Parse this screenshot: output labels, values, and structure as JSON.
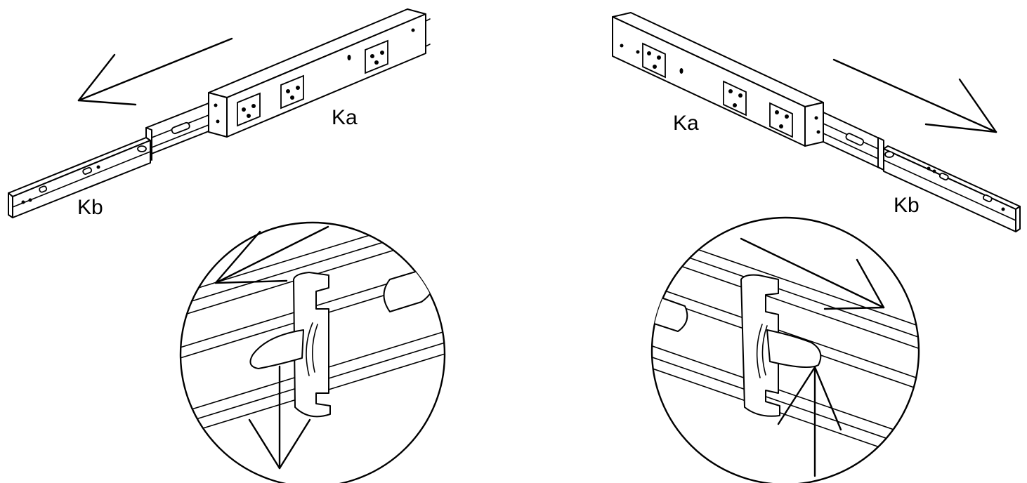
{
  "labels": {
    "left_outer_rail": "Ka",
    "left_inner_rail": "Kb",
    "right_outer_rail": "Ka",
    "right_inner_rail": "Kb"
  }
}
